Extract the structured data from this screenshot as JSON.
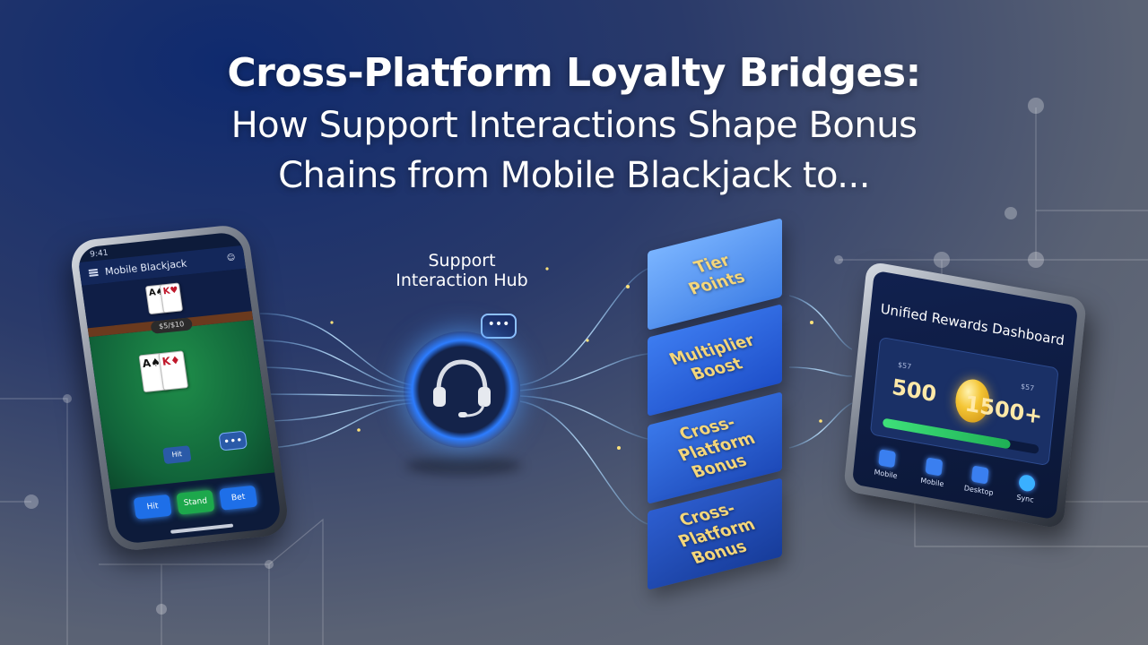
{
  "title": {
    "line1": "Cross-Platform Loyalty Bridges:",
    "line2": "How Support Interactions Shape Bonus",
    "line3": "Chains from Mobile Blackjack to..."
  },
  "phone": {
    "status_time": "9:41",
    "app_title": "Mobile Blackjack",
    "felt_chip": "$5/$10",
    "felt_hit_label": "Hit",
    "felt_chat": "•••",
    "buttons": [
      "Hit",
      "Stand",
      "Bet"
    ]
  },
  "hub": {
    "label": "Support Interaction Hub",
    "chat_dots": "•••",
    "icon": "headset-icon"
  },
  "blocks": [
    {
      "label_a": "Tier",
      "label_b": "Points"
    },
    {
      "label_a": "Multiplier",
      "label_b": "Boost"
    },
    {
      "label_a": "Cross-Platform",
      "label_b": "Bonus"
    },
    {
      "label_a": "Cross-Platform",
      "label_b": "Bonus"
    }
  ],
  "tablet": {
    "title": "Unified Rewards Dashboard",
    "value_left": "500",
    "value_right": "1500+",
    "small_left": "$57",
    "small_right": "$57",
    "progress": 0.82,
    "icons": [
      {
        "label": "Mobile",
        "icon": "phone-icon"
      },
      {
        "label": "Mobile",
        "icon": "tablet-icon"
      },
      {
        "label": "Desktop",
        "icon": "desktop-icon"
      },
      {
        "label": "Sync",
        "icon": "sync-icon"
      }
    ]
  },
  "colors": {
    "accent_blue": "#2d7dff",
    "gold_text": "#f4d67a",
    "green_button": "#1da84c"
  }
}
